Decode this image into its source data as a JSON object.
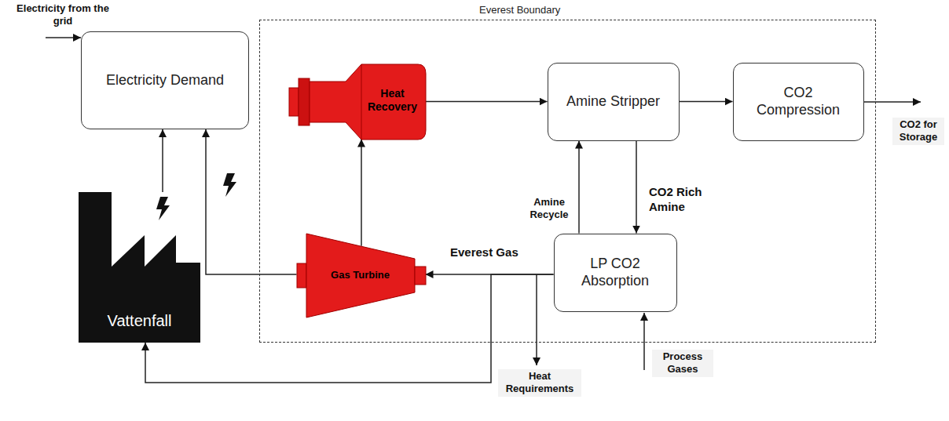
{
  "diagram": {
    "nodes": [
      {
        "text": [
          "Electricity Demand"
        ]
      },
      {
        "text": [
          "Everest Boundary"
        ]
      },
      {
        "text": [
          "Heat Recovery"
        ],
        "in": 1
      },
      {
        "text": [
          "Amine Stripper"
        ],
        "in": 1
      },
      {
        "text": [
          "CO2 Compression"
        ],
        "in": 1
      },
      {
        "text": [
          "Vattenfall"
        ]
      },
      {
        "text": [
          "Gas Turbine"
        ],
        "in": 1
      },
      {
        "text": [
          "LP CO2 Absorption"
        ],
        "in": 1
      }
    ],
    "edges": [
      {
        "from": 2,
        "to": 3,
        "arrow": "to"
      },
      {
        "from": 3,
        "to": 4,
        "arrow": "to"
      },
      {
        "from": 3,
        "to": 7,
        "label": "CO2 Rich Amine",
        "arrow": "to"
      },
      {
        "from": 7,
        "to": 3,
        "label": "Amine Recycle",
        "arrow": "to"
      },
      {
        "from": 7,
        "to": 6,
        "label": "Everest Gas",
        "arrow": "to"
      },
      {
        "from": 7,
        "to": 5,
        "arrow": "to"
      },
      {
        "from": 6,
        "to": 2,
        "arrow": "to"
      },
      {
        "from": 6,
        "to": 0,
        "arrow": "to"
      },
      {
        "from": 5,
        "to": 0,
        "arrow": "to"
      }
    ],
    "labels": [
      "Electricity from the grid",
      "CO2 for Storage",
      "Process Gases",
      "Heat Requirements"
    ]
  }
}
